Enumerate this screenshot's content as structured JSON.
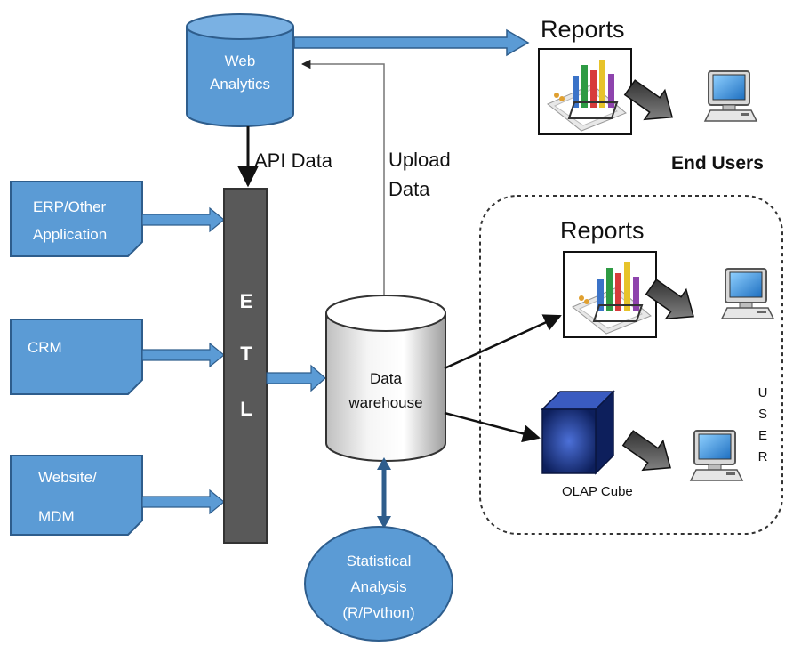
{
  "web_analytics": {
    "line1": "Web",
    "line2": "Analytics"
  },
  "sources": {
    "erp": {
      "line1": "ERP/Other",
      "line2": "Application"
    },
    "crm": {
      "line1": "CRM"
    },
    "website": {
      "line1": "Website/",
      "line2": "MDM"
    }
  },
  "etl": {
    "letters": [
      "E",
      "T",
      "L"
    ]
  },
  "labels": {
    "api_data": "API Data",
    "upload_line1": "Upload",
    "upload_line2": "Data",
    "reports_top": "Reports",
    "end_users": "End Users",
    "reports_inner": "Reports",
    "olap_cube": "OLAP Cube",
    "user_letters": [
      "U",
      "S",
      "E",
      "R"
    ]
  },
  "data_warehouse": {
    "line1": "Data",
    "line2": "warehouse"
  },
  "statistical": {
    "line1": "Statistical",
    "line2": "Analysis",
    "line3": "(R/Pvthon)"
  },
  "colors": {
    "blue_fill": "#5b9bd5",
    "blue_stroke": "#2e5d8c",
    "etl_fill": "#595959",
    "cube_fill": "#1a2f7a"
  },
  "icons": [
    "report-chart-icon",
    "computer-monitor-icon",
    "olap-cube-icon",
    "thick-arrow-icon"
  ]
}
